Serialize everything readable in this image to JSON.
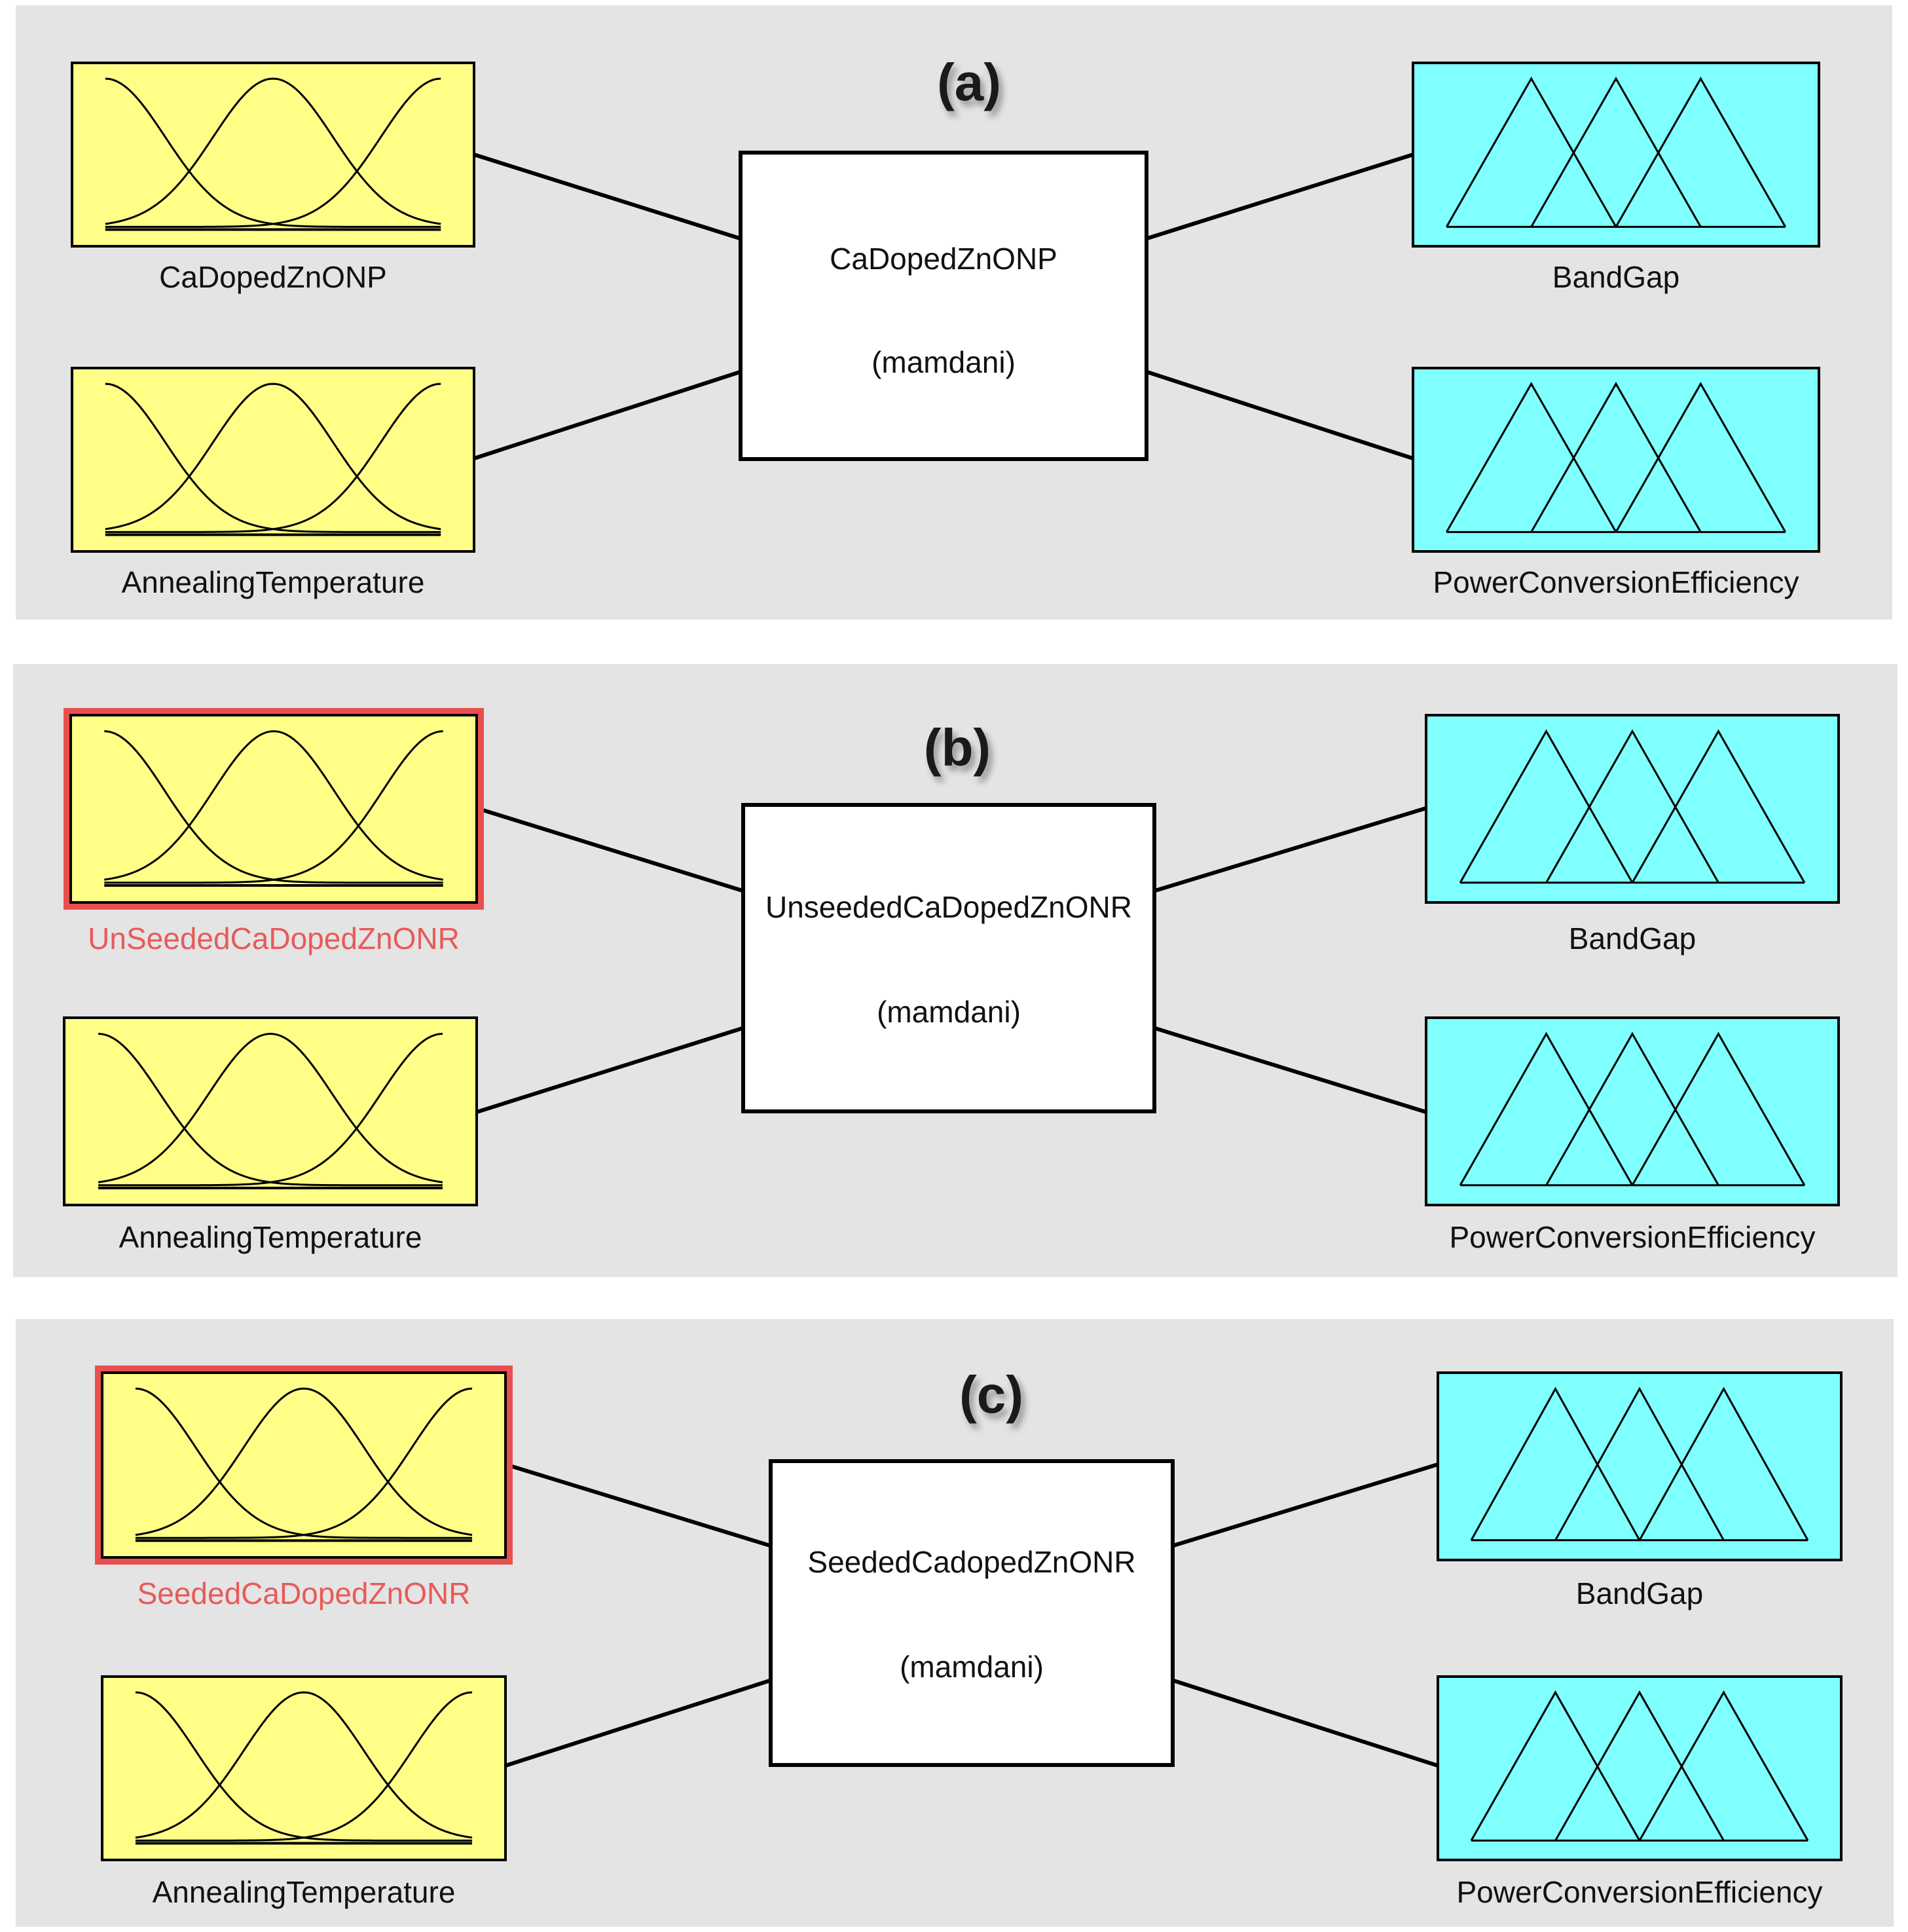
{
  "panels": [
    {
      "id": "a",
      "letter": "(a)",
      "inputs": [
        {
          "label": "CaDopedZnONP",
          "selected": false
        },
        {
          "label": "AnnealingTemperature",
          "selected": false
        }
      ],
      "system": {
        "name": "CaDopedZnONP",
        "type": "(mamdani)"
      },
      "outputs": [
        {
          "label": "BandGap"
        },
        {
          "label": "PowerConversionEfficiency"
        }
      ]
    },
    {
      "id": "b",
      "letter": "(b)",
      "inputs": [
        {
          "label": "UnSeededCaDopedZnONR",
          "selected": true
        },
        {
          "label": "AnnealingTemperature",
          "selected": false
        }
      ],
      "system": {
        "name": "UnseededCaDopedZnONR",
        "type": "(mamdani)"
      },
      "outputs": [
        {
          "label": "BandGap"
        },
        {
          "label": "PowerConversionEfficiency"
        }
      ]
    },
    {
      "id": "c",
      "letter": "(c)",
      "inputs": [
        {
          "label": "SeededCaDopedZnONR",
          "selected": true
        },
        {
          "label": "AnnealingTemperature",
          "selected": false
        }
      ],
      "system": {
        "name": "SeededCadopedZnONR",
        "type": "(mamdani)"
      },
      "outputs": [
        {
          "label": "BandGap"
        },
        {
          "label": "PowerConversionEfficiency"
        }
      ]
    }
  ],
  "colors": {
    "panel_background": "#e4e4e4",
    "input_fill": "#ffff88",
    "output_fill": "#80ffff",
    "selected_outline": "#ea4f4f",
    "selected_label": "#e85a5a"
  },
  "icons": {
    "input_membership": "gaussian-membership-icon",
    "output_membership": "triangular-membership-icon"
  }
}
